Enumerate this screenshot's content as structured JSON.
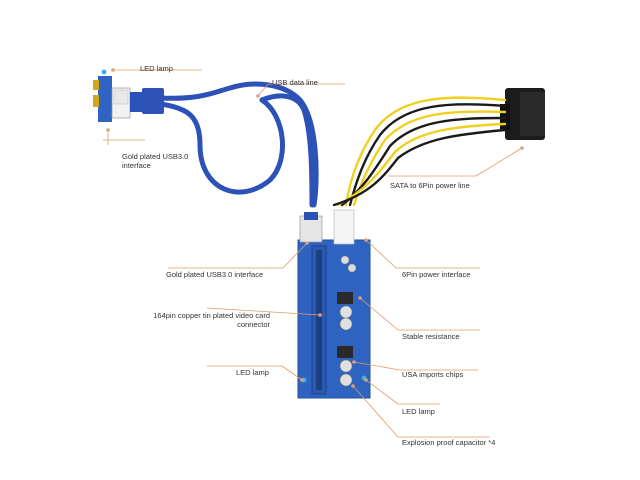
{
  "callouts": {
    "led_lamp_top": "LED lamp",
    "usb_data_line": "USB data line",
    "gold_usb_interface_left": "Gold plated USB3.0 interface",
    "sata_power_line": "SATA to 6Pin power line",
    "gold_usb_interface_mid": "Gold plated USB3.0 interface",
    "six_pin_power_interface": "6Pin power interface",
    "video_card_connector": "164pin copper tin plated video card connector",
    "stable_resistance": "Stable resistance",
    "led_lamp_left": "LED lamp",
    "usa_chips": "USA imports chips",
    "led_lamp_right": "LED lamp",
    "capacitor": "Explosion proof capacitor *4"
  },
  "colors": {
    "cable_blue": "#2c52b8",
    "board_blue": "#2e63c2",
    "callout_line": "#e09a6a",
    "wire_yellow": "#f2cf1c",
    "wire_black": "#1a1a1a"
  }
}
